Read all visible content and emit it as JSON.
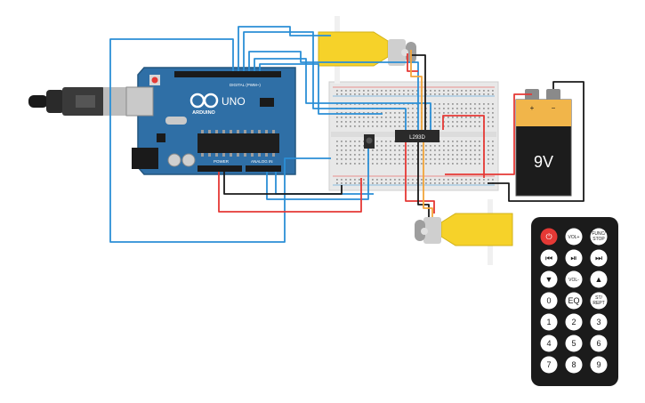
{
  "arduino": {
    "brand": "ARDUINO",
    "model": "UNO",
    "digital_label": "DIGITAL (PWM~)",
    "power_label": "POWER",
    "analog_label": "ANALOG IN",
    "chip_label": "",
    "colors": {
      "board": "#2f6fa6",
      "board_edge": "#24567f",
      "header": "#1a1a1a",
      "chip": "#1e1e1e"
    }
  },
  "motor_driver": {
    "label": "L293D"
  },
  "battery": {
    "voltage_label": "9V",
    "plus_label": "+",
    "minus_label": "−",
    "colors": {
      "body": "#1c1c1c",
      "top": "#f1b54a",
      "cap": "#8a8a8a"
    }
  },
  "remote": {
    "buttons": [
      {
        "label": "⏻",
        "icon": "power-icon",
        "style": "power"
      },
      {
        "label": "VOL+",
        "icon": "",
        "style": "dark"
      },
      {
        "label": "FUNC/ STOP",
        "icon": "",
        "style": "dark"
      },
      {
        "label": "⏮",
        "icon": "skip-back-icon",
        "style": "dark"
      },
      {
        "label": "⏯",
        "icon": "play-pause-icon",
        "style": "dark"
      },
      {
        "label": "⏭",
        "icon": "skip-forward-icon",
        "style": "dark"
      },
      {
        "label": "▼",
        "icon": "arrow-down-icon",
        "style": "dark"
      },
      {
        "label": "VOL-",
        "icon": "",
        "style": "dark"
      },
      {
        "label": "▲",
        "icon": "arrow-up-icon",
        "style": "dark"
      },
      {
        "label": "0",
        "icon": "",
        "style": "dark"
      },
      {
        "label": "EQ",
        "icon": "",
        "style": "dark"
      },
      {
        "label": "ST/ REPT",
        "icon": "",
        "style": "dark"
      },
      {
        "label": "1",
        "icon": "",
        "style": "dark"
      },
      {
        "label": "2",
        "icon": "",
        "style": "dark"
      },
      {
        "label": "3",
        "icon": "",
        "style": "dark"
      },
      {
        "label": "4",
        "icon": "",
        "style": "dark"
      },
      {
        "label": "5",
        "icon": "",
        "style": "dark"
      },
      {
        "label": "6",
        "icon": "",
        "style": "dark"
      },
      {
        "label": "7",
        "icon": "",
        "style": "dark"
      },
      {
        "label": "8",
        "icon": "",
        "style": "dark"
      },
      {
        "label": "9",
        "icon": "",
        "style": "dark"
      }
    ],
    "colors": {
      "body": "#1b1b1b",
      "button": "#ffffff",
      "power": "#e53935"
    }
  },
  "motors": [
    {
      "name": "motor-top",
      "colors": {
        "gear": "#f6d229",
        "shaft": "#ffffff"
      }
    },
    {
      "name": "motor-bottom",
      "colors": {
        "gear": "#f6d229",
        "shaft": "#ffffff"
      }
    }
  ],
  "wire_colors": {
    "blue": "#2b8fd6",
    "red": "#e53935",
    "black": "#1a1a1a",
    "orange": "#f2a53a"
  }
}
